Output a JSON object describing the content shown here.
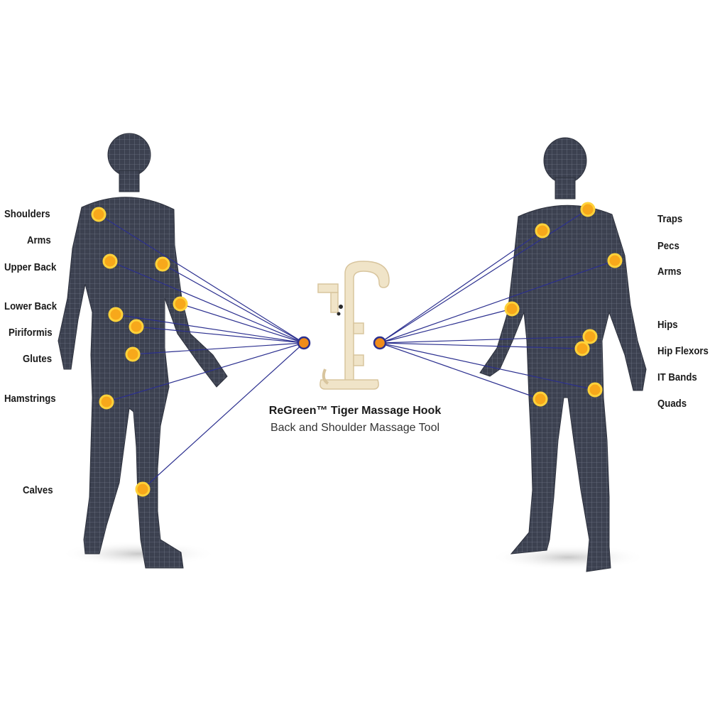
{
  "back_labels": [
    "Shoulders",
    "Arms",
    "Upper Back",
    "Lower Back",
    "Piriformis",
    "Glutes",
    "Hamstrings",
    "Calves"
  ],
  "front_labels": [
    "Traps",
    "Pecs",
    "Arms",
    "Hips",
    "Hip Flexors",
    "IT Bands",
    "Quads"
  ],
  "product": {
    "title": "ReGreen™ Tiger Massage Hook",
    "subtitle": "Back and Shoulder Massage Tool"
  },
  "colors": {
    "body": "#3c4150",
    "mesh": "#7f8596",
    "dot_fill": "#f7a81b",
    "dot_ring": "#ffd23a",
    "line": "#2b2f8f",
    "hub": "#f08c1a"
  },
  "icons": [
    "back-body-figure",
    "front-body-figure",
    "massage-hook-icon"
  ]
}
